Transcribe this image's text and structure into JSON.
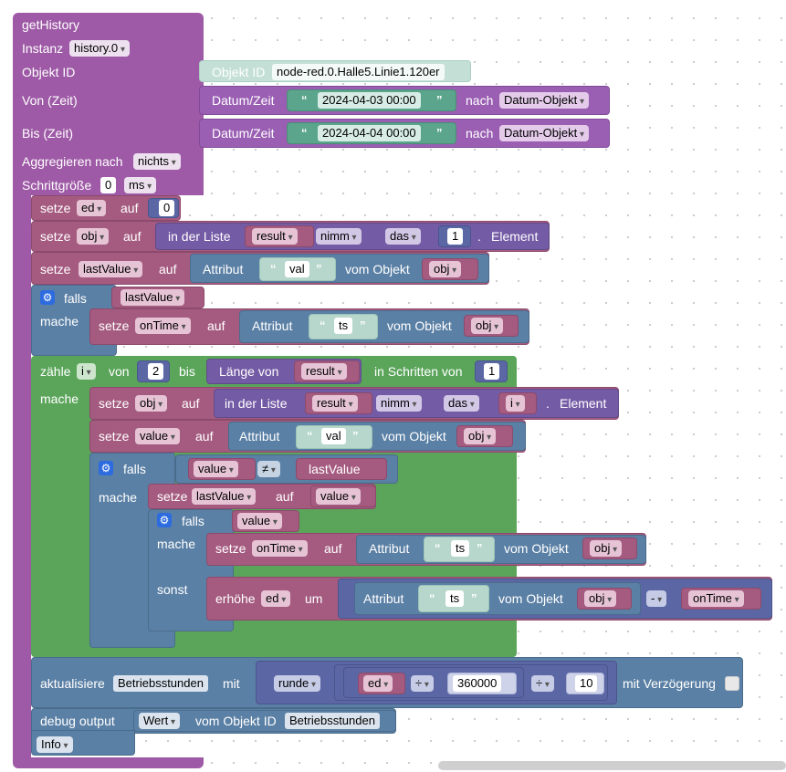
{
  "func": {
    "name": "getHistory",
    "instanz_label": "Instanz",
    "instanz_value": "history.0",
    "objekt_id_label": "Objekt ID",
    "objid_prefix": "Objekt ID",
    "objid_value": "node-red.0.Halle5.Linie1.120er",
    "von_label": "Von (Zeit)",
    "bis_label": "Bis (Zeit)",
    "datumzeit_label": "Datum/Zeit",
    "von_value": "2024-04-03 00:00",
    "bis_value": "2024-04-04 00:00",
    "nach_label": "nach",
    "nach_value": "Datum-Objekt",
    "aggregieren_label": "Aggregieren nach",
    "aggregieren_value": "nichts",
    "schritt_label": "Schrittgröße",
    "schritt_value": "0",
    "schritt_unit": "ms"
  },
  "words": {
    "setze": "setze",
    "auf": "auf",
    "in_der_liste": "in der Liste",
    "nimm": "nimm",
    "das": "das",
    "element": "Element",
    "dot": ".",
    "attribut": "Attribut",
    "vom_objekt": "vom Objekt",
    "falls": "falls",
    "mache": "mache",
    "sonst": "sonst",
    "zaehle": "zähle",
    "von": "von",
    "bis": "bis",
    "laenge_von": "Länge von",
    "in_schritten_von": "in Schritten von",
    "erhoehe": "erhöhe",
    "um": "um",
    "aktualisiere": "aktualisiere",
    "mit": "mit",
    "runde": "runde",
    "mit_verzoegerung": "mit Verzögerung",
    "debug_output": "debug output",
    "vom_objekt_id": "vom Objekt ID",
    "open_quote": "“",
    "close_quote": "”"
  },
  "vars": {
    "ed": "ed",
    "obj": "obj",
    "lastValue": "lastValue",
    "onTime": "onTime",
    "result": "result",
    "value": "value",
    "i": "i",
    "Betriebsstunden": "Betriebsstunden",
    "Wert": "Wert",
    "Info": "Info"
  },
  "values": {
    "zero": "0",
    "one": "1",
    "two": "2",
    "ten": "10",
    "big": "360000",
    "val": "val",
    "ts": "ts",
    "neq": "≠",
    "div": "÷",
    "minus": "-"
  }
}
